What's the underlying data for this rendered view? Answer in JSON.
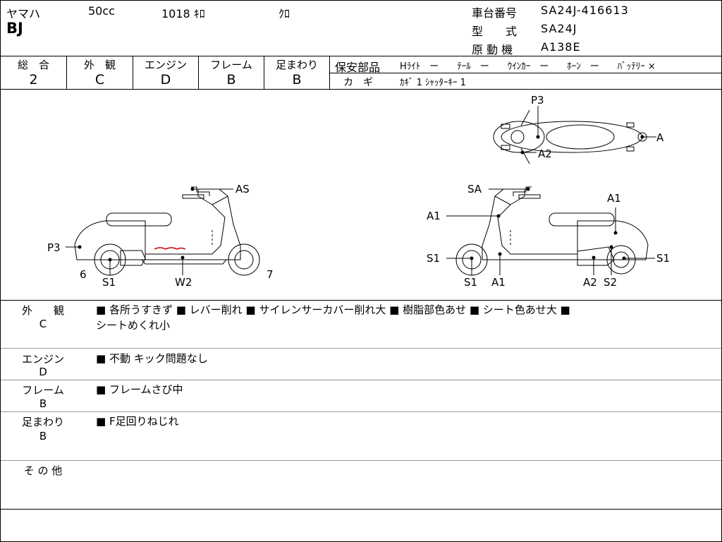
{
  "header": {
    "maker": "ヤマハ",
    "displacement": "50cc",
    "mileage": "1018 ｷﾛ",
    "color": "ｸﾛ",
    "model": "BJ",
    "frame_no_label": "車台番号",
    "frame_no": "SA24J-416613",
    "type_label": "型　　式",
    "type_value": "SA24J",
    "engine_label": "原 動 機",
    "engine_value": "A138E"
  },
  "grades": {
    "overall_label": "総　合",
    "overall": "2",
    "exterior_label": "外　観",
    "exterior": "C",
    "engine_label": "エンジン",
    "engine": "D",
    "frame_label": "フレーム",
    "frame": "B",
    "suspension_label": "足まわり",
    "suspension": "B"
  },
  "safety": {
    "label": "保安部品",
    "items": "Hﾗｲﾄ　ー　　ﾃｰﾙ　ー　　ｳｲﾝｶｰ　ー　　ﾎｰﾝ　ー　　ﾊﾞｯﾃﾘｰ ×",
    "key_label": "カ　ギ",
    "key_value": "ｶｷﾞ 1  ｼｬｯﾀｰｷｰ 1"
  },
  "diagram_labels": {
    "left": {
      "as": "AS",
      "p3": "P3",
      "s1": "S1",
      "w2": "W2",
      "n6": "6",
      "n7": "7"
    },
    "top": {
      "p3": "P3",
      "a": "A",
      "a2": "A2"
    },
    "right": {
      "sa": "SA",
      "a1_top": "A1",
      "a1_left": "A1",
      "s1_left": "S1",
      "s1_right": "S1",
      "s1_bottom": "S1",
      "a1_bottom": "A1",
      "a2": "A2",
      "s2": "S2"
    }
  },
  "sections": [
    {
      "title": "外　　観",
      "grade": "C",
      "notes": "■ 各所うすきず ■ レバー削れ ■ サイレンサーカバー削れ大 ■ 樹脂部色あせ ■ シート色あせ大 ■",
      "notes2": "シートめくれ小"
    },
    {
      "title": "エンジン",
      "grade": "D",
      "notes": "■ 不動 キック問題なし"
    },
    {
      "title": "フレーム",
      "grade": "B",
      "notes": "■ フレームさび中"
    },
    {
      "title": "足まわり",
      "grade": "B",
      "notes": "■ F足回りねじれ"
    },
    {
      "title": "そ の 他"
    }
  ]
}
